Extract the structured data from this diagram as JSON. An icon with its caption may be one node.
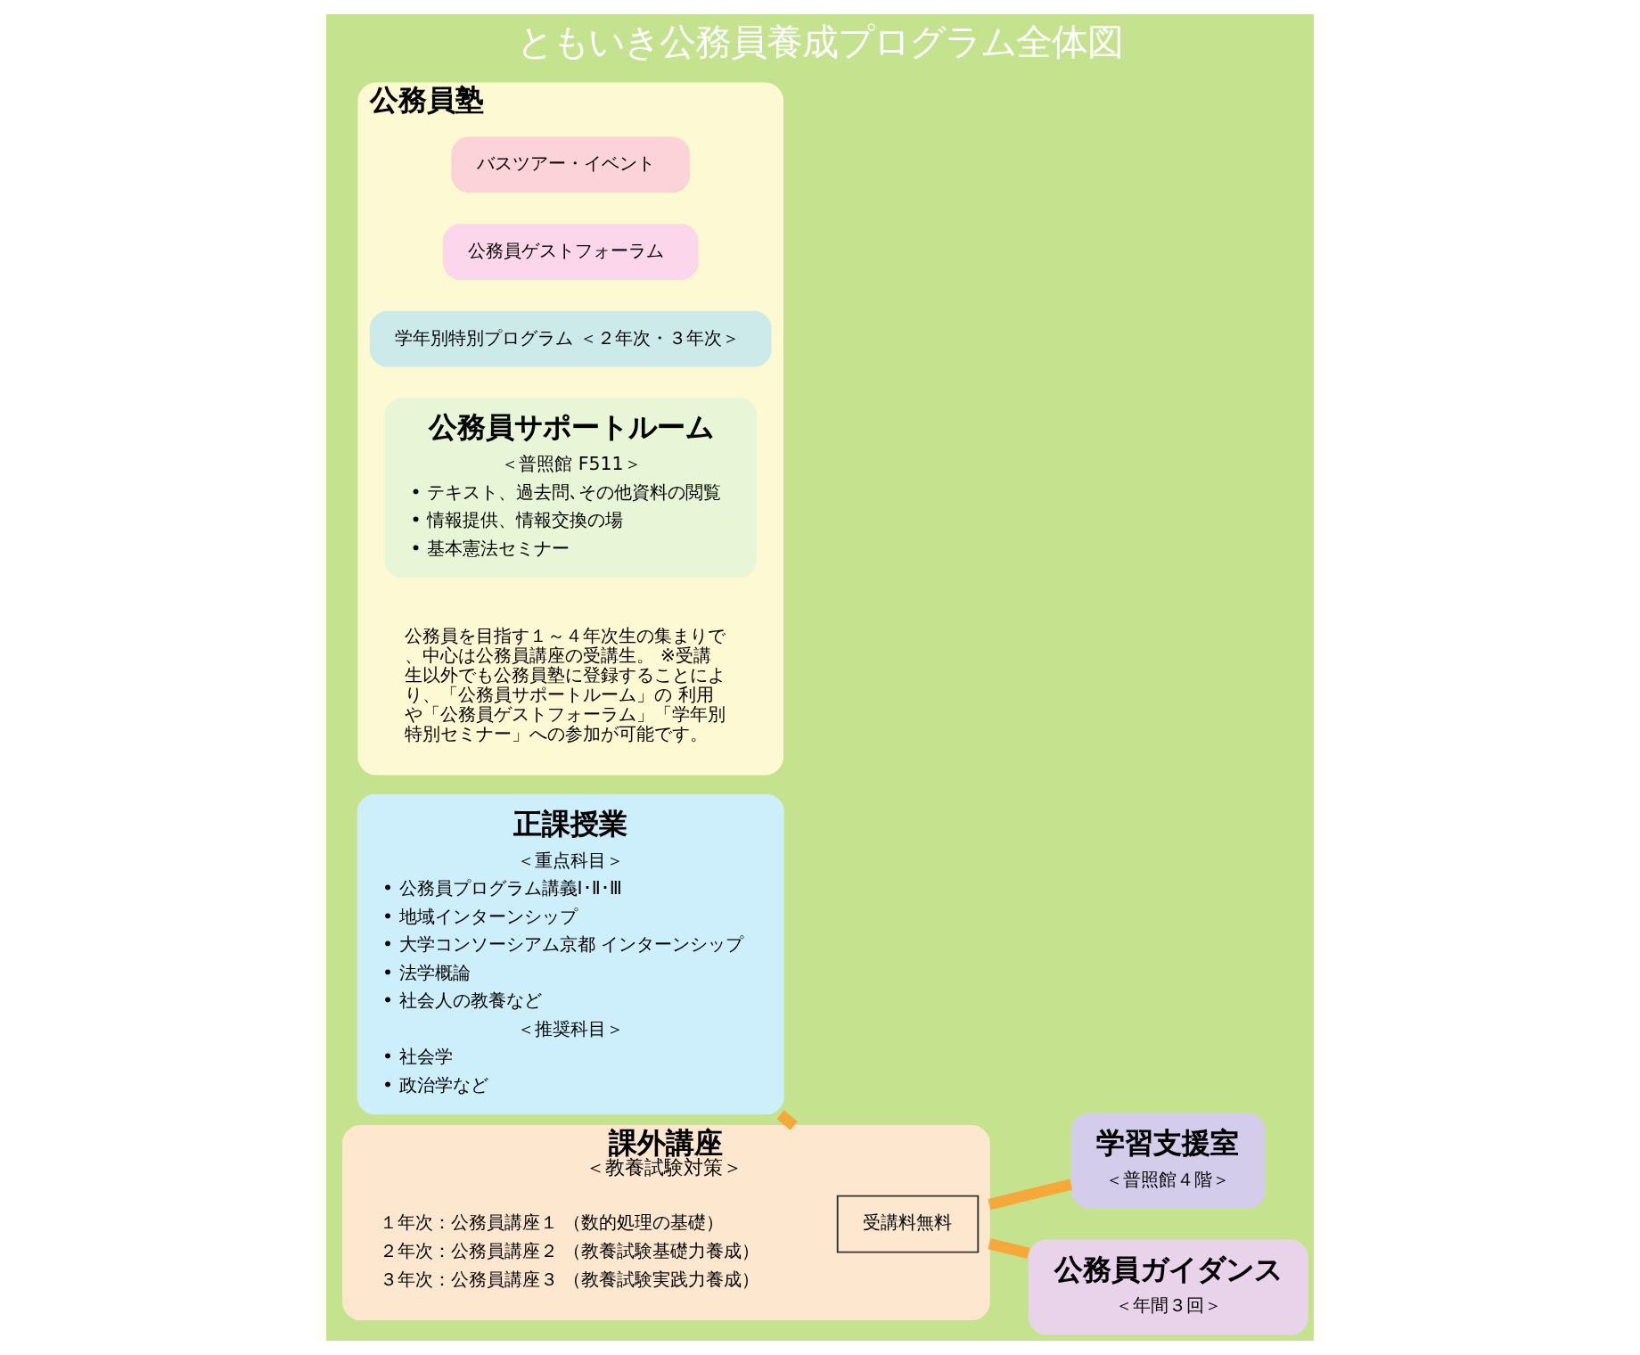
{
  "diagram": {
    "title": "ともいき公務員養成プログラム全体図",
    "nodes": [
      {
        "text": [
          "正課授業",
          "＜重点科目＞",
          "• 公務員プログラム講義Ⅰ･Ⅱ･Ⅲ",
          "• 地域インターンシップ",
          "• 大学コンソーシアム京都 インターンシップ",
          "• 法学概論",
          "• 社会人の教養など",
          "＜推奨科目＞",
          "• 社会学",
          "• 政治学など"
        ]
      },
      {
        "text": [
          "課外講座",
          "＜教養試験対策＞",
          "１年次：公務員講座１ （数的処理の基礎）",
          "２年次：公務員講座２ （教養試験基礎力養成）",
          "３年次：公務員講座３ （教養試験実践力養成）"
        ]
      },
      {
        "text": [
          "受講料無料"
        ],
        "in": 1
      },
      {
        "text": [
          "学習支援室",
          "＜普照館４階＞"
        ]
      },
      {
        "text": [
          "公務員ガイダンス",
          "＜年間３回＞"
        ]
      },
      {
        "text": [
          "公務員塾",
          "公務員を目指す１～４年次生の集まりで、中心は公務員講座の受講生。 ※受講生以外でも公務員塾に登録することにより、「公務員サポートルーム」の 利用や「公務員ゲストフォーラム」「学年別特別セミナー」への参加が可能です。"
        ]
      },
      {
        "text": [
          "バスツアー・イベント"
        ],
        "in": 5
      },
      {
        "text": [
          "公務員ゲストフォーラム"
        ],
        "in": 5
      },
      {
        "text": [
          "学年別特別プログラム ＜２年次・３年次＞"
        ],
        "in": 5
      },
      {
        "text": [
          "公務員サポートルーム",
          "＜普照館 F511＞",
          "• テキスト、過去問､その他資料の閲覧",
          "• 情報提供、情報交換の場",
          "• 基本憲法セミナー"
        ],
        "in": 5
      }
    ],
    "edges": [
      {
        "from": 0,
        "to": 1,
        "arrow": "none"
      },
      {
        "from": 1,
        "to": 3,
        "arrow": "none"
      },
      {
        "from": 1,
        "to": 4,
        "arrow": "none"
      }
    ]
  }
}
